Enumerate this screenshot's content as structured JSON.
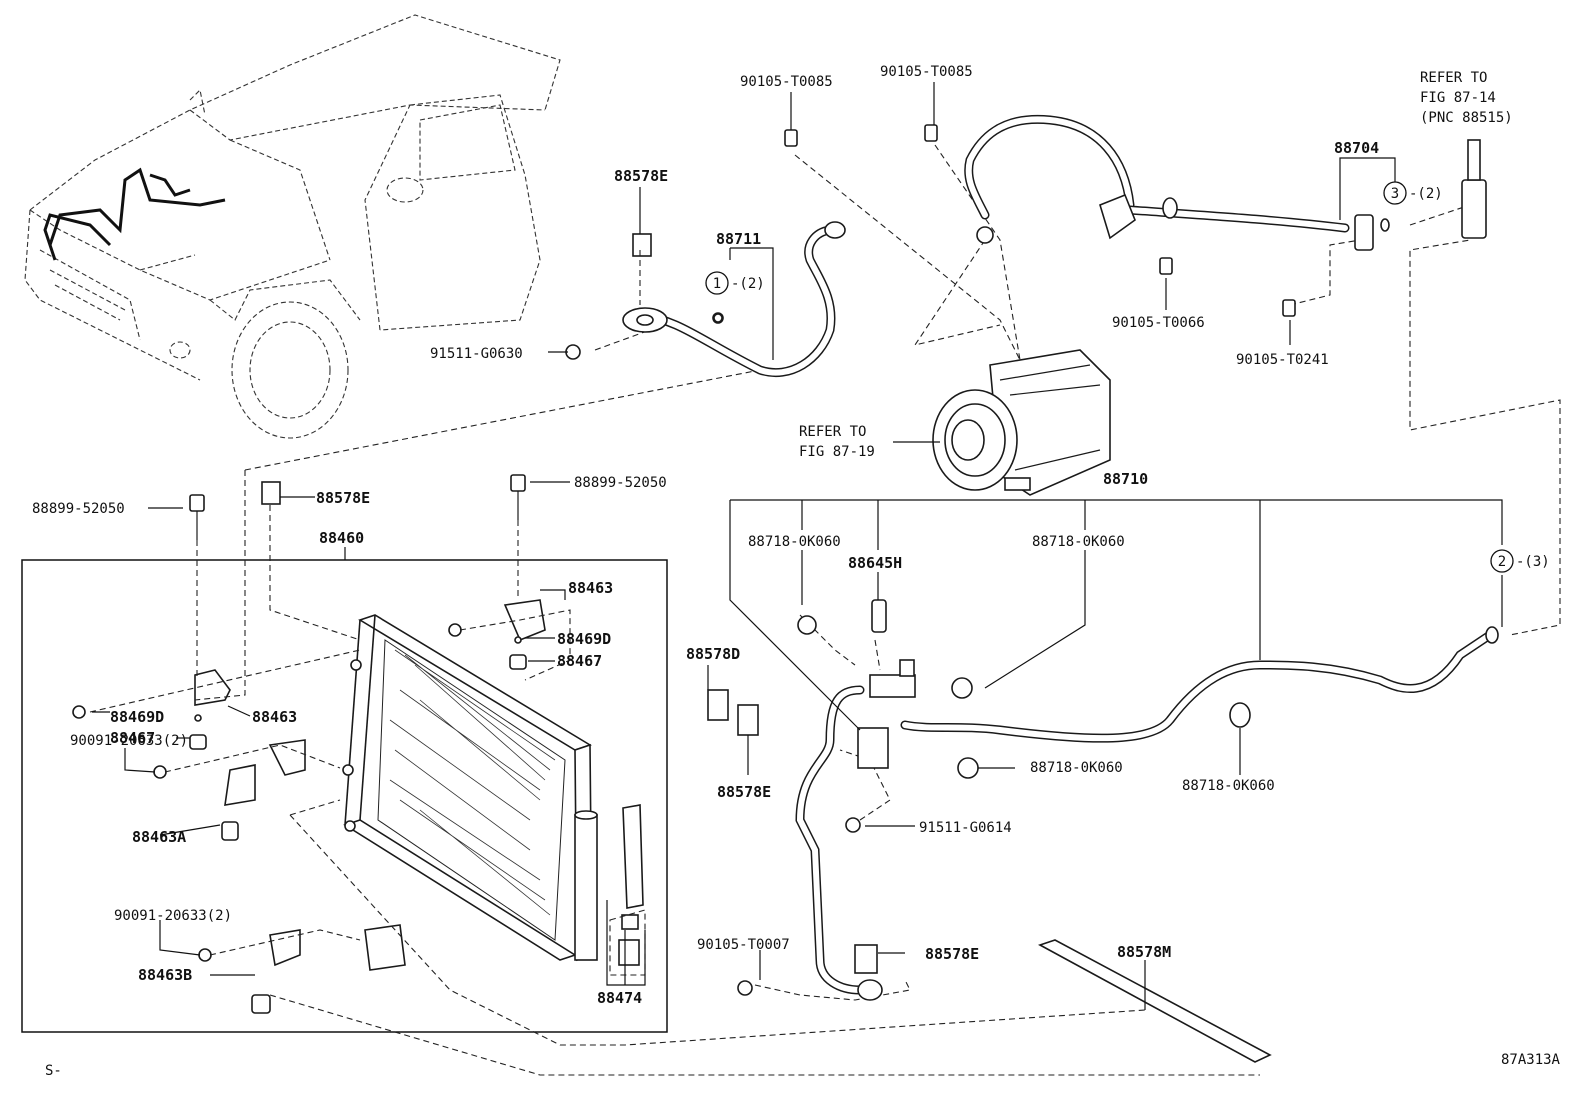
{
  "figure_code": "87A313A",
  "corner_mark": "S-",
  "references": {
    "compressor_ref": "REFER TO\nFIG 87-19",
    "valve_ref": "REFER TO\nFIG 87-14\n(PNC 88515)"
  },
  "callouts": {
    "c1_qty": "1",
    "c1_count": "-(2)",
    "c2_qty": "2",
    "c2_count": "-(3)",
    "c3_qty": "3",
    "c3_count": "-(2)"
  },
  "parts": [
    {
      "id": "p_90105_T0085_a",
      "text": "90105-T0085"
    },
    {
      "id": "p_90105_T0085_b",
      "text": "90105-T0085"
    },
    {
      "id": "p_88578E_top",
      "text": "88578E"
    },
    {
      "id": "p_88711",
      "text": "88711"
    },
    {
      "id": "p_91511_G0630",
      "text": "91511-G0630"
    },
    {
      "id": "p_88704",
      "text": "88704"
    },
    {
      "id": "p_90105_T0066",
      "text": "90105-T0066"
    },
    {
      "id": "p_90105_T0241",
      "text": "90105-T0241"
    },
    {
      "id": "p_88710",
      "text": "88710"
    },
    {
      "id": "p_88899_52050_a",
      "text": "88899-52050"
    },
    {
      "id": "p_88578E_mid",
      "text": "88578E"
    },
    {
      "id": "p_88899_52050_b",
      "text": "88899-52050"
    },
    {
      "id": "p_88460",
      "text": "88460"
    },
    {
      "id": "p_88463_r",
      "text": "88463"
    },
    {
      "id": "p_88469D_r",
      "text": "88469D"
    },
    {
      "id": "p_88467_r",
      "text": "88467"
    },
    {
      "id": "p_88469D_l",
      "text": "88469D"
    },
    {
      "id": "p_88463_l",
      "text": "88463"
    },
    {
      "id": "p_88467_l",
      "text": "88467"
    },
    {
      "id": "p_90091_20633_a",
      "text": "90091-20633(2)"
    },
    {
      "id": "p_88463A",
      "text": "88463A"
    },
    {
      "id": "p_90091_20633_b",
      "text": "90091-20633(2)"
    },
    {
      "id": "p_88463B",
      "text": "88463B"
    },
    {
      "id": "p_88474",
      "text": "88474"
    },
    {
      "id": "p_88718_a",
      "text": "88718-0K060"
    },
    {
      "id": "p_88645H",
      "text": "88645H"
    },
    {
      "id": "p_88718_b",
      "text": "88718-0K060"
    },
    {
      "id": "p_88578D",
      "text": "88578D"
    },
    {
      "id": "p_88578E_low",
      "text": "88578E"
    },
    {
      "id": "p_88718_c",
      "text": "88718-0K060"
    },
    {
      "id": "p_88718_d",
      "text": "88718-0K060"
    },
    {
      "id": "p_91511_G0614",
      "text": "91511-G0614"
    },
    {
      "id": "p_90105_T0007",
      "text": "90105-T0007"
    },
    {
      "id": "p_88578E_bot",
      "text": "88578E"
    },
    {
      "id": "p_88578M",
      "text": "88578M"
    }
  ]
}
